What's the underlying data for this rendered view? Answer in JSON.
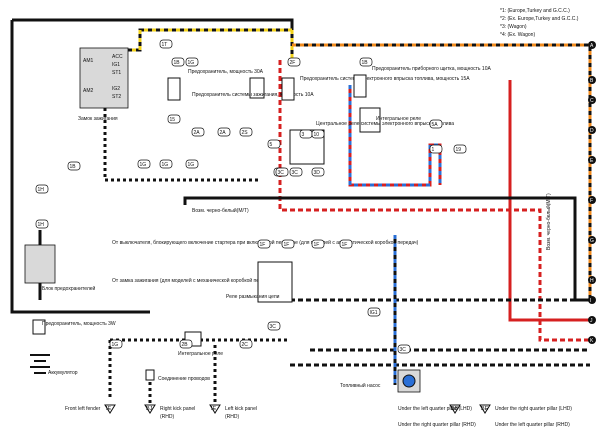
{
  "notes": {
    "n1": "*1: (Europe,Turkey and G.C.C.)",
    "n2": "*2: (Ex. Europe,Turkey and G.C.C.)",
    "n3": "*3: (Wagon)",
    "n4": "*4: (Ex. Wagon)"
  },
  "labels": {
    "ignition_switch": "Замок зажигания",
    "fuse_30a": "Предохранитель, мощность 30А",
    "ign_fuse_10a": "Предохранитель системы зажигания, мощность 10А",
    "inj_fuse_15a": "Предохранитель системы электронного впрыска топлива, мощность 15А",
    "meter_fuse_10a": "Предохранитель приборного щитка, мощность 10А",
    "integral_relay_top": "Интегральное реле",
    "efi_main_relay": "Центральное реле системы электронного впрыска топлива",
    "fuse_block": "Блок предохранителей",
    "fuse_3w": "Предохранитель, мощность 3W",
    "battery": "Аккумулятор",
    "starter_note": "От выключателя, блокирующего включение стартера при включенной передаче (для моделей с автоматической коробкой передач)",
    "ign_note": "От замка зажигания (для моделей с механической коробкой передач)",
    "cutoff_relay": "Реле размыкания цепи",
    "integral_relay_bottom": "Интегральное реле",
    "wire_join": "Соединение проводов",
    "fuel_pump": "Топливный насос",
    "wb_mt_1": "Возм. черно-белый(M/T)",
    "wb_mt_2": "Возм. черно-белый(M/T)",
    "front_left_fender": "Front left fender",
    "right_kick_panel": "Right kick panel",
    "left_kick_panel": "Left kick panel",
    "rhd": "(RHD)",
    "under_left_qp": "Under the left quarter pillar (LHD)",
    "under_right_qp_rhd": "Under the right quarter pillar (RHD)",
    "under_right_qp_lhd": "Under the right quarter pillar (LHD)",
    "under_left_qp_rhd": "Under the left quarter pillar (RHD)"
  },
  "switch_pins": [
    "ACC",
    "IG1",
    "ST1",
    "IG2",
    "ST2",
    "AM1",
    "AM2"
  ],
  "connectors": [
    "1B",
    "1G",
    "1T",
    "2F",
    "1B",
    "5",
    "6",
    "3",
    "10",
    "15",
    "2A",
    "2A",
    "2S",
    "1G",
    "1G",
    "1G",
    "1B",
    "1H",
    "1H",
    "5A",
    "1",
    "1F",
    "1F",
    "1F",
    "1F",
    "IG1",
    "3C",
    "3C",
    "3C",
    "3D",
    "2B",
    "2C",
    "19",
    "3C",
    "1G"
  ],
  "wire_colors": {
    "black": "#111111",
    "yellow": "#f2d21b",
    "red": "#d62020",
    "blue": "#2a6fd6",
    "white": "#ffffff",
    "orange": "#f08a1c"
  },
  "right_markers": [
    "A",
    "B",
    "C",
    "D",
    "E",
    "F",
    "G",
    "H",
    "I",
    "J",
    "K"
  ],
  "ground_marks": [
    "IE",
    "BJ",
    "IE",
    "BB",
    "BE"
  ]
}
